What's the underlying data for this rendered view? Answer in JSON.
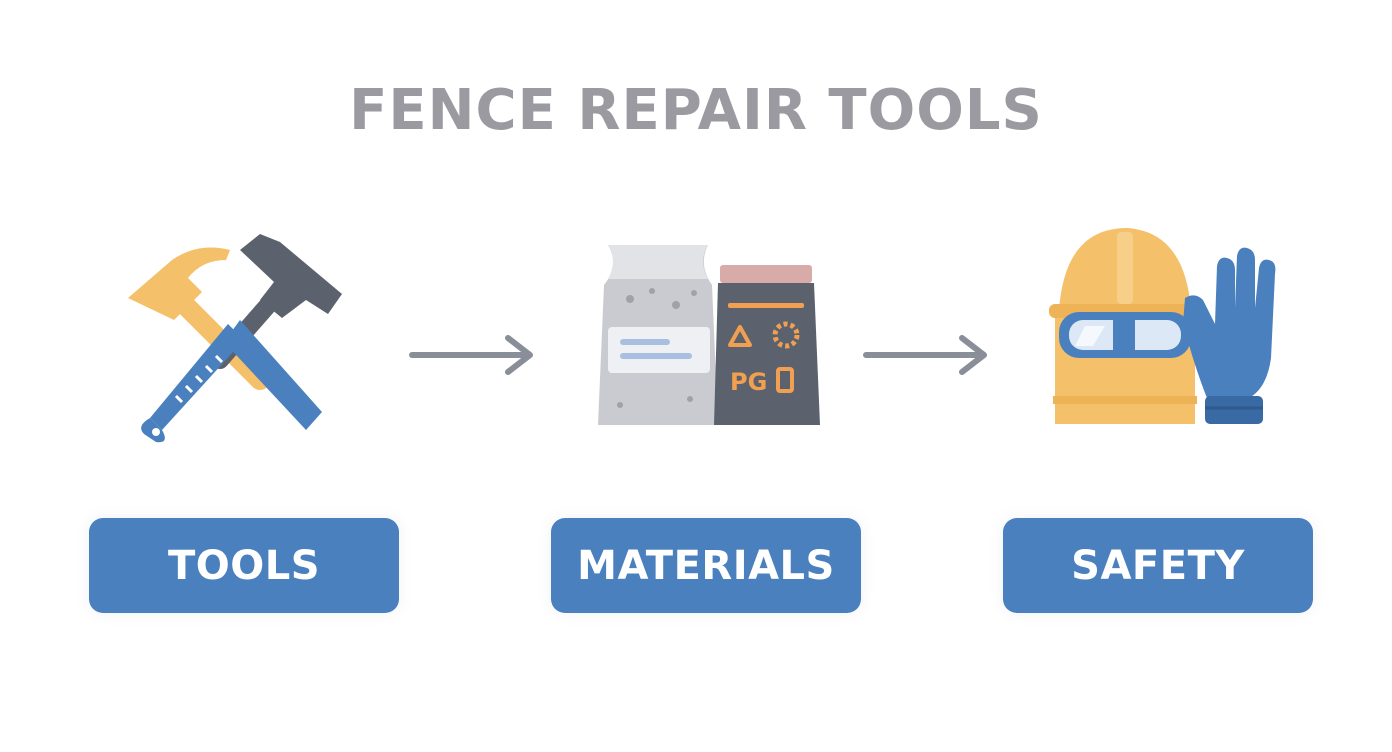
{
  "title": "FENCE REPAIR TOOLS",
  "steps": [
    {
      "label": "TOOLS",
      "icon": "crossed-hammer-saw-icon"
    },
    {
      "label": "MATERIALS",
      "icon": "material-bags-icon",
      "bag_text": "PG"
    },
    {
      "label": "SAFETY",
      "icon": "hardhat-goggles-glove-icon"
    }
  ],
  "colors": {
    "title": "#9a9aa0",
    "label_bg": "#4a80be",
    "label_text": "#ffffff",
    "arrow": "#8a8e98",
    "yellow": "#f4c06a",
    "blue": "#4a80be",
    "dark_gray": "#5c626d",
    "light_gray": "#c9cbd1"
  }
}
